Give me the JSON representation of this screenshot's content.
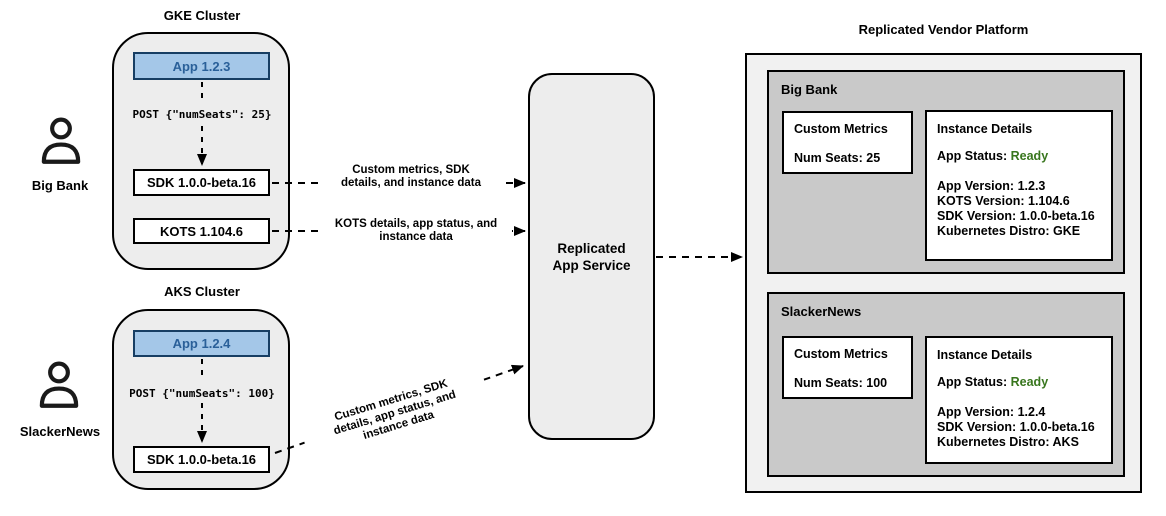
{
  "diagram": {
    "actors": [
      {
        "label": "Big Bank"
      },
      {
        "label": "SlackerNews"
      }
    ],
    "clusters": [
      {
        "title": "GKE Cluster",
        "app": "App 1.2.3",
        "post": "POST {\"numSeats\": 25}",
        "sdk": "SDK 1.0.0-beta.16",
        "kots": "KOTS 1.104.6"
      },
      {
        "title": "AKS Cluster",
        "app": "App 1.2.4",
        "post": "POST {\"numSeats\": 100}",
        "sdk": "SDK 1.0.0-beta.16"
      }
    ],
    "flows": [
      {
        "lines": [
          "Custom metrics, SDK",
          "details, and instance data"
        ]
      },
      {
        "lines": [
          "KOTS details, app status, and",
          "instance data"
        ]
      },
      {
        "lines": [
          "Custom metrics, SDK",
          "details, app status, and",
          "instance data"
        ]
      }
    ],
    "app_service": {
      "lines": [
        "Replicated",
        "App Service"
      ]
    },
    "vendor_platform": {
      "title": "Replicated Vendor Platform",
      "customers": [
        {
          "name": "Big Bank",
          "custom_metrics_title": "Custom Metrics",
          "custom_metrics_value": "Num Seats: 25",
          "instance_details_title": "Instance Details",
          "app_status_label": "App Status:",
          "app_status_value": "Ready",
          "details": [
            "App Version: 1.2.3",
            "KOTS Version: 1.104.6",
            "SDK Version: 1.0.0-beta.16",
            "Kubernetes Distro: GKE"
          ]
        },
        {
          "name": "SlackerNews",
          "custom_metrics_title": "Custom Metrics",
          "custom_metrics_value": "Num Seats: 100",
          "instance_details_title": "Instance Details",
          "app_status_label": "App Status:",
          "app_status_value": "Ready",
          "details": [
            "App Version: 1.2.4",
            "SDK Version: 1.0.0-beta.16",
            "Kubernetes Distro: AKS"
          ]
        }
      ]
    },
    "colors": {
      "app_box_fill": "#a4c7e8",
      "app_box_border": "#173e63",
      "app_box_text": "#2a6099",
      "status_ready_green": "#38761d",
      "cluster_fill": "#ededed",
      "platform_fill": "#f1f1f1",
      "section_fill": "#c9c9c9",
      "connector": "#000000"
    }
  }
}
